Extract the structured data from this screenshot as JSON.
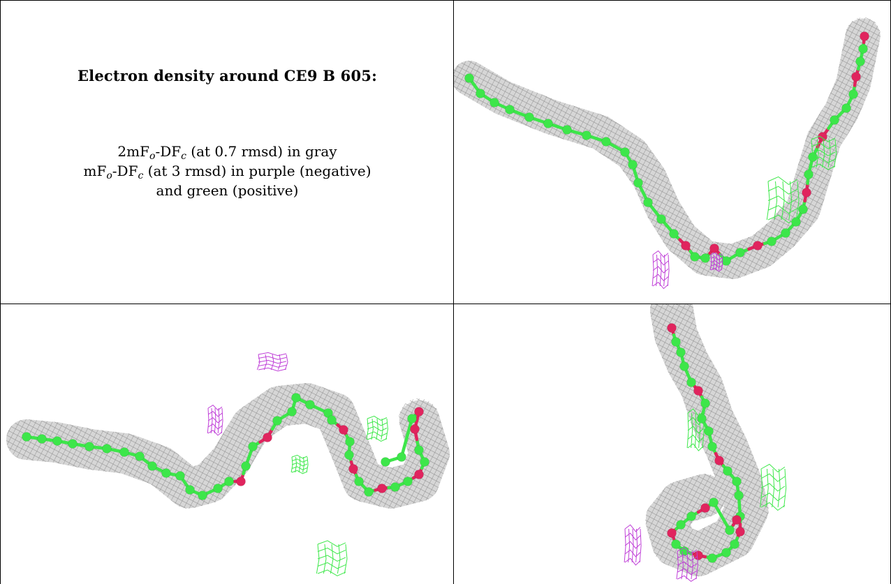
{
  "caption": {
    "title": "Electron density around CE9 B 605:",
    "line1": {
      "prefix": "2mF",
      "sub1": "o",
      "mid": "-DF",
      "sub2": "c",
      "suffix": " (at 0.7 rmsd) in gray"
    },
    "line2": {
      "prefix": "mF",
      "sub1": "o",
      "mid": "-DF",
      "sub2": "c",
      "suffix": " (at 3 rmsd) in purple (negative)"
    },
    "line3": "and green (positive)"
  },
  "colors": {
    "mesh": "#8a8a8a",
    "carbon": "#3de64a",
    "oxygen": "#e0245e",
    "negative": "#c040d8",
    "positive": "#3ee84a"
  },
  "panels": [
    {
      "view": "top-right"
    },
    {
      "view": "bottom-left"
    },
    {
      "view": "bottom-right"
    }
  ]
}
